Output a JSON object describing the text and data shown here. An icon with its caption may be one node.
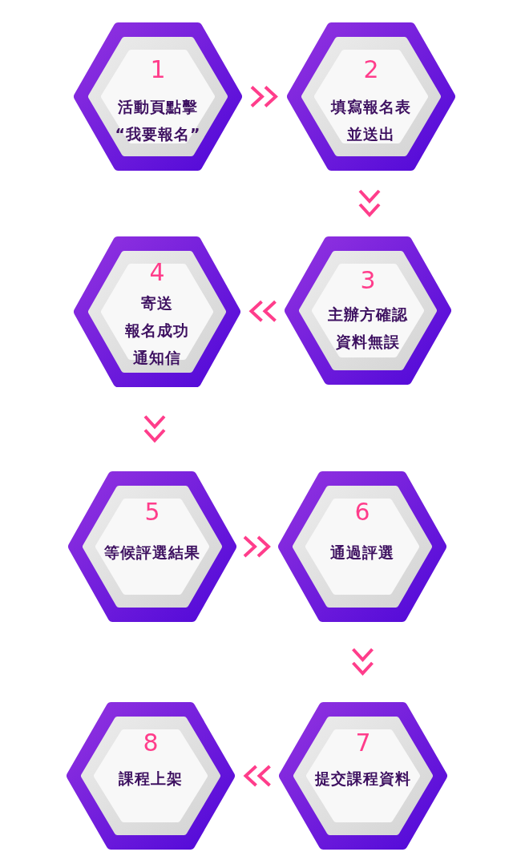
{
  "diagram": {
    "nodes": [
      {
        "text": [
          "1",
          "活動頁點擊“我要報名”"
        ]
      },
      {
        "text": [
          "2",
          "填寫報名表並送出"
        ]
      },
      {
        "text": [
          "3",
          "主辦方確認資料無誤"
        ]
      },
      {
        "text": [
          "4",
          "寄送報名成功通知信"
        ]
      },
      {
        "text": [
          "5",
          "等候評選結果"
        ]
      },
      {
        "text": [
          "6",
          "通過評選"
        ]
      },
      {
        "text": [
          "7",
          "提交課程資料"
        ]
      },
      {
        "text": [
          "8",
          "課程上架"
        ]
      }
    ],
    "edges": [
      {
        "from": 0,
        "to": 1,
        "arrow": "to"
      },
      {
        "from": 1,
        "to": 2,
        "arrow": "to"
      },
      {
        "from": 2,
        "to": 3,
        "arrow": "to"
      },
      {
        "from": 3,
        "to": 4,
        "arrow": "to"
      },
      {
        "from": 4,
        "to": 5,
        "arrow": "to"
      },
      {
        "from": 5,
        "to": 6,
        "arrow": "to"
      },
      {
        "from": 6,
        "to": 7,
        "arrow": "to"
      }
    ]
  }
}
